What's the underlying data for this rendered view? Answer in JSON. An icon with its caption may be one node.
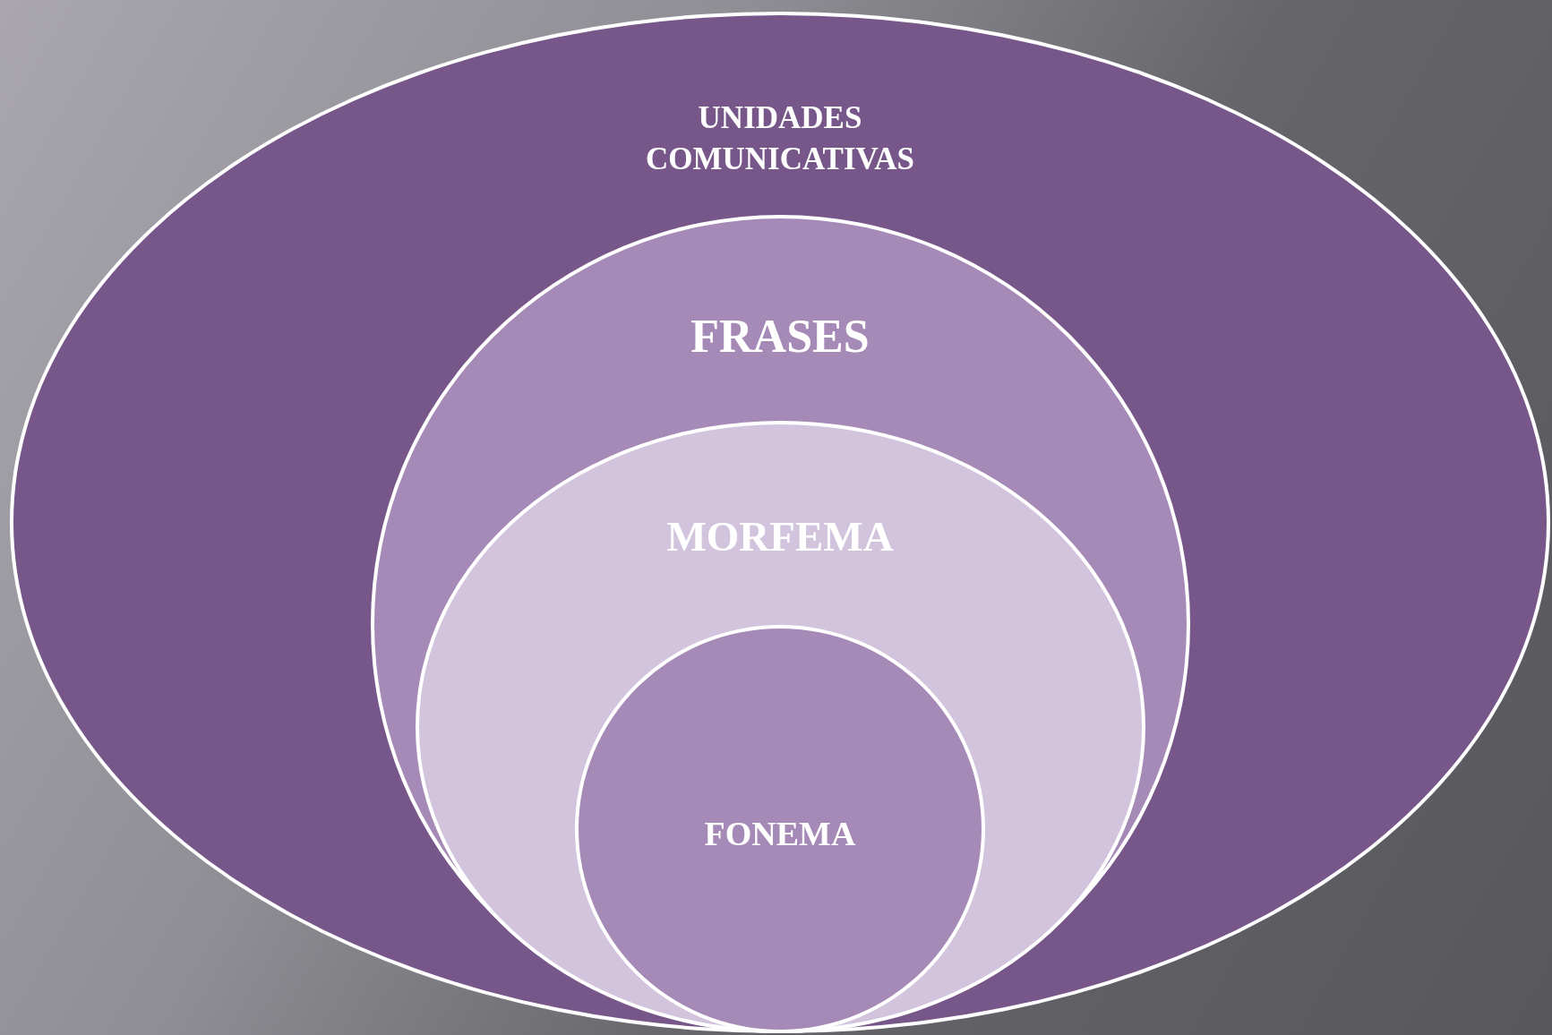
{
  "diagram": {
    "nodes": [
      {
        "text": [
          "UNIDADES COMUNICATIVAS"
        ]
      },
      {
        "text": [
          "FRASES"
        ],
        "in": 0
      },
      {
        "text": [
          "MORFEMA"
        ],
        "in": 1
      },
      {
        "text": [
          "FONEMA"
        ],
        "in": 2
      }
    ]
  }
}
